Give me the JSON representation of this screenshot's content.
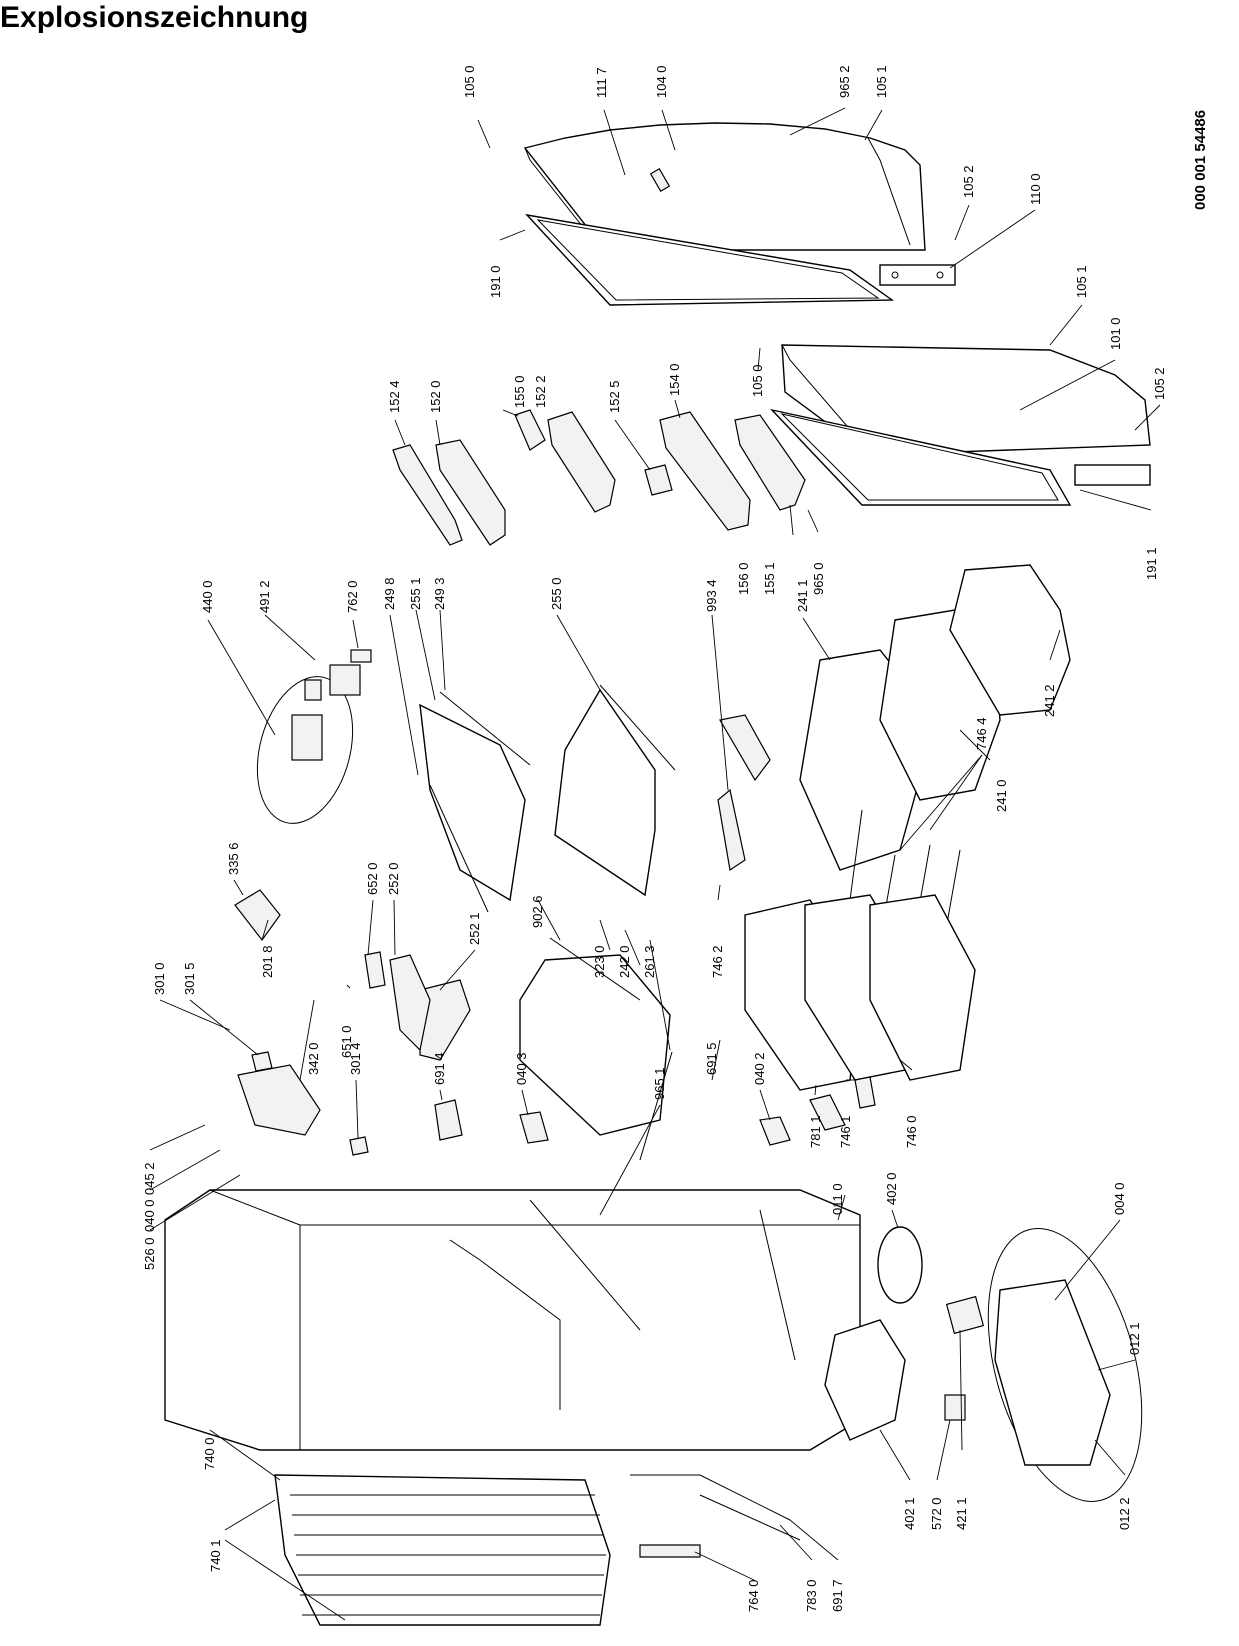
{
  "page": {
    "title": "Explosionszeichnung",
    "doc_number": "000 001 54486"
  },
  "parts": [
    "105 0",
    "111 7",
    "104 0",
    "965 2",
    "105 1",
    "105 2",
    "110 0",
    "191 0",
    "105 1",
    "101 0",
    "105 2",
    "191 1",
    "105 0",
    "152 4",
    "152 0",
    "155 0",
    "152 2",
    "152 5",
    "154 0",
    "156 0",
    "155 1",
    "965 0",
    "440 0",
    "491 2",
    "762 0",
    "249 8",
    "255 1",
    "249 3",
    "255 0",
    "993 4",
    "241 1",
    "241 2",
    "746 4",
    "241 0",
    "335 6",
    "201 8",
    "652 0",
    "252 0",
    "252 1",
    "651 0",
    "902 6",
    "323 0",
    "242 0",
    "261 3",
    "746 2",
    "301 0",
    "301 5",
    "342 0",
    "301 4",
    "691 4",
    "040 3",
    "691 5",
    "040 2",
    "781 1",
    "746 1",
    "746 0",
    "045 2",
    "040 0",
    "526 0",
    "965 1",
    "011 0",
    "402 0",
    "004 0",
    "012 1",
    "012 2",
    "421 1",
    "572 0",
    "402 1",
    "691 7",
    "783 0",
    "764 0",
    "740 1",
    "740 0"
  ]
}
